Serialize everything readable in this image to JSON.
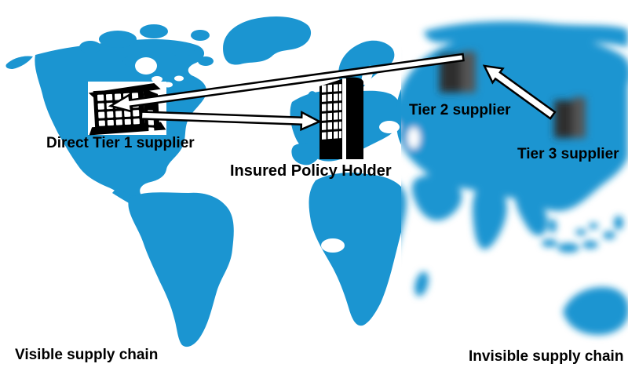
{
  "diagram": {
    "nodes": [
      {
        "id": "direct-tier1-supplier",
        "label": "Direct Tier 1 supplier",
        "icon": "factory-building-icon",
        "region": "visible"
      },
      {
        "id": "insured-policy-holder",
        "label": "Insured Policy Holder",
        "icon": "office-tower-icon",
        "region": "visible"
      },
      {
        "id": "tier2-supplier",
        "label": "Tier 2 supplier",
        "icon": "blurred-building-icon",
        "region": "invisible"
      },
      {
        "id": "tier3-supplier",
        "label": "Tier 3 supplier",
        "icon": "blurred-building-icon",
        "region": "invisible"
      }
    ],
    "edges": [
      {
        "from": "Tier 2 supplier",
        "to": "Direct Tier 1 supplier"
      },
      {
        "from": "Direct Tier 1 supplier",
        "to": "Insured Policy Holder"
      },
      {
        "from": "Tier 3 supplier",
        "to": "Tier 2 supplier"
      }
    ],
    "captions": [
      {
        "label": "Visible supply chain",
        "position": "bottom-left"
      },
      {
        "label": "Invisible supply chain",
        "position": "bottom-right"
      }
    ],
    "colors": {
      "map_land": "#1B95D1",
      "ocean": "#FFFFFF",
      "building": "#000000",
      "blurred_building": "#404040",
      "arrow_fill": "#FFFFFF",
      "arrow_outline": "#000000",
      "text": "#000000"
    }
  }
}
